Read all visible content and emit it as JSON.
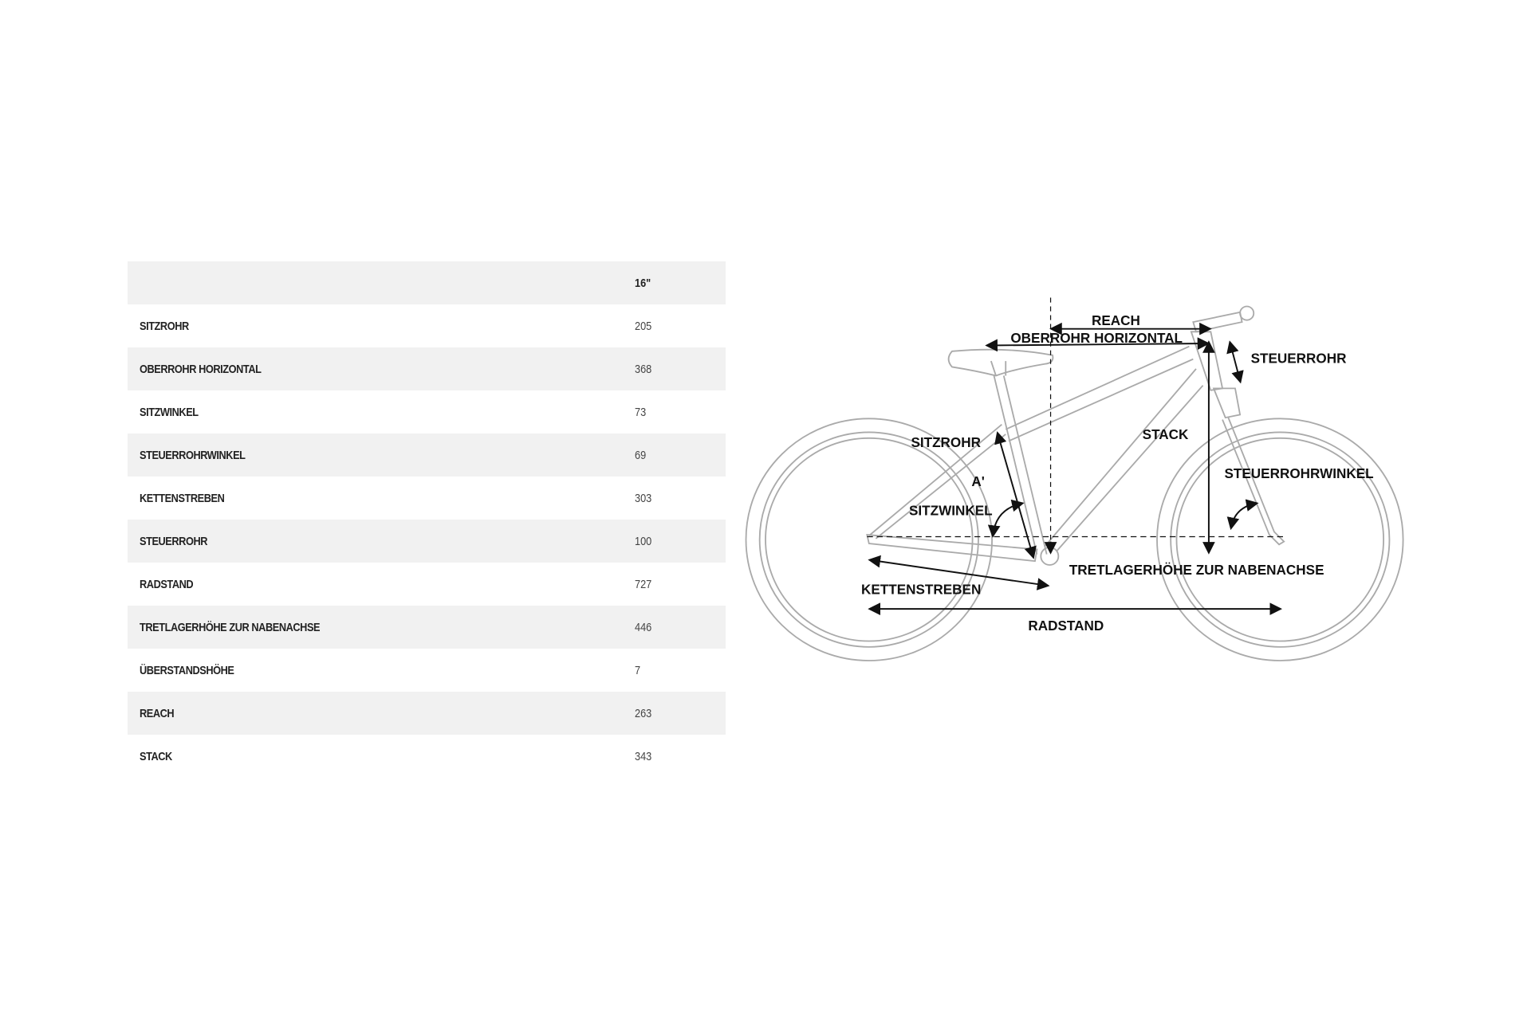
{
  "table": {
    "size_header": "16\"",
    "rows": [
      {
        "label": "SITZROHR",
        "value": "205"
      },
      {
        "label": "OBERROHR HORIZONTAL",
        "value": "368"
      },
      {
        "label": "SITZWINKEL",
        "value": "73"
      },
      {
        "label": "STEUERROHRWINKEL",
        "value": "69"
      },
      {
        "label": "KETTENSTREBEN",
        "value": "303"
      },
      {
        "label": "STEUERROHR",
        "value": "100"
      },
      {
        "label": "RADSTAND",
        "value": "727"
      },
      {
        "label": "TRETLAGERHÖHE ZUR NABENACHSE",
        "value": "446"
      },
      {
        "label": "ÜBERSTANDSHÖHE",
        "value": "7"
      },
      {
        "label": "REACH",
        "value": "263"
      },
      {
        "label": "STACK",
        "value": "343"
      }
    ]
  },
  "diagram": {
    "reach": "REACH",
    "top_tube": "OBERROHR HORIZONTAL",
    "head_tube": "STEUERROHR",
    "stack": "STACK",
    "seat_tube": "SITZROHR",
    "a_prime": "A'",
    "seat_angle": "SITZWINKEL",
    "head_angle": "STEUERROHRWINKEL",
    "bb_height": "TRETLAGERHÖHE ZUR NABENACHSE",
    "chainstay": "KETTENSTREBEN",
    "wheelbase": "RADSTAND"
  }
}
